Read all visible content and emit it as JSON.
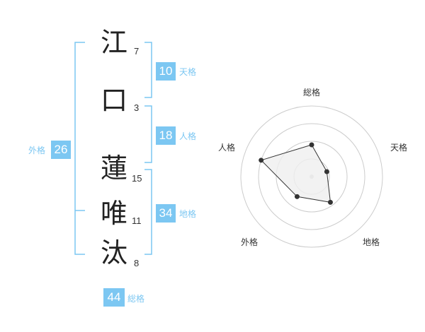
{
  "colors": {
    "accent": "#7cc7f2",
    "badge": "#7cc7f2",
    "label": "#7cc7f2",
    "radar_fill": "#efefef",
    "radar_ring": "#cccccc",
    "text": "#222222"
  },
  "name": {
    "surname": [
      {
        "char": "江",
        "strokes": "7"
      },
      {
        "char": "口",
        "strokes": "3"
      }
    ],
    "given": [
      {
        "char": "蓮",
        "strokes": "15"
      },
      {
        "char": "唯",
        "strokes": "11"
      },
      {
        "char": "汰",
        "strokes": "8"
      }
    ]
  },
  "kaku": {
    "tenkaku": {
      "value": "10",
      "label": "天格"
    },
    "jinkaku": {
      "value": "18",
      "label": "人格"
    },
    "chikaku": {
      "value": "34",
      "label": "地格"
    },
    "gaikaku": {
      "value": "26",
      "label": "外格"
    },
    "soukaku": {
      "value": "44",
      "label": "総格"
    }
  },
  "radar": {
    "labels": {
      "top": "総格",
      "right": "天格",
      "bottom_right": "地格",
      "bottom_left": "外格",
      "left": "人格"
    },
    "rings": 4,
    "max": 4,
    "values": {
      "soukaku": 1.8,
      "tenkaku": 0.9,
      "chikaku": 1.8,
      "gaikaku": 1.4,
      "jinkaku": 3.0
    }
  }
}
